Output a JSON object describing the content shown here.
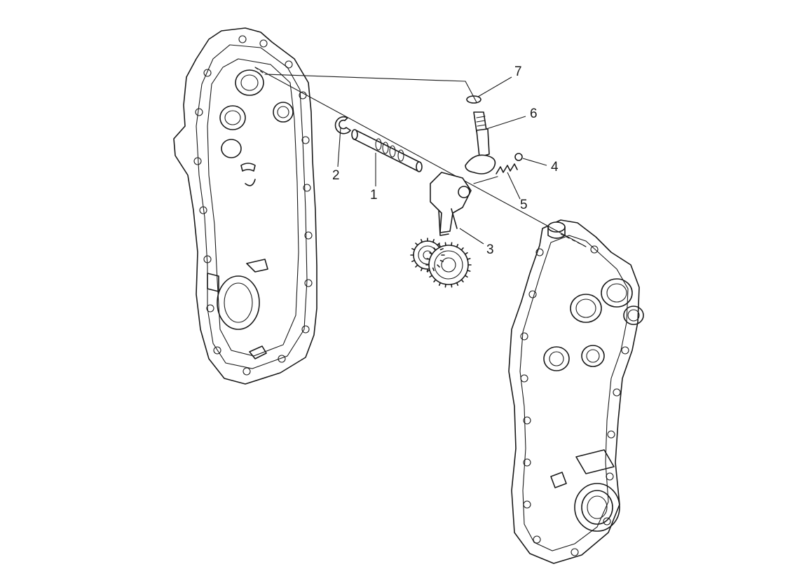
{
  "callouts": [
    {
      "id": "1",
      "label": "1",
      "part": "shift-shaft"
    },
    {
      "id": "2",
      "label": "2",
      "part": "snap-ring"
    },
    {
      "id": "3",
      "label": "3",
      "part": "shift-fork"
    },
    {
      "id": "4",
      "label": "4",
      "part": "detent-ball"
    },
    {
      "id": "5",
      "label": "5",
      "part": "detent-spring"
    },
    {
      "id": "6",
      "label": "6",
      "part": "plug-screw"
    },
    {
      "id": "7",
      "label": "7",
      "part": "o-ring"
    }
  ],
  "style": {
    "line_color": "#1a1a1a",
    "background": "#ffffff"
  }
}
